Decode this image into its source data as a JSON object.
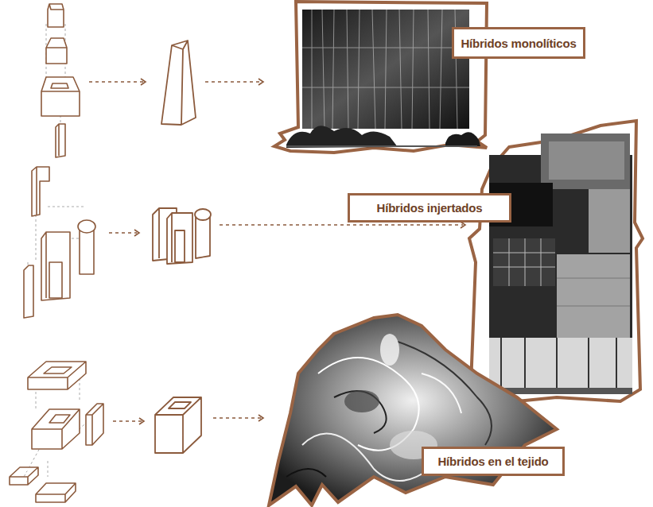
{
  "diagram": {
    "nodes": [
      {
        "text": [
          "Híbridos monolíticos"
        ]
      },
      {
        "text": [
          "Híbridos injertados"
        ]
      },
      {
        "text": [
          "Híbridos en el tejido"
        ]
      }
    ]
  }
}
